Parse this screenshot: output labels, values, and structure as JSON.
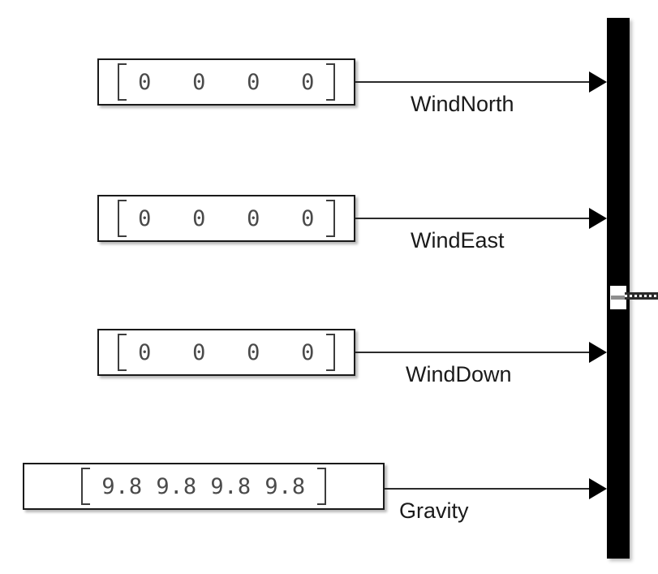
{
  "diagram": {
    "type": "simulink-bus-creator",
    "background_color": "#ffffff",
    "line_color": "#2b2b2b",
    "block_border_color": "#1a1a1a",
    "value_text_color": "#4a4a4a",
    "bus_bar_color": "#000000"
  },
  "blocks": [
    {
      "name": "wind-north-constant",
      "value": "[0 0 0 0]",
      "numbers": "0   0   0   0",
      "open_bracket": "[",
      "close_bracket": "]",
      "label": "WindNorth"
    },
    {
      "name": "wind-east-constant",
      "value": "[0 0 0 0]",
      "numbers": "0   0   0   0",
      "open_bracket": "[",
      "close_bracket": "]",
      "label": "WindEast"
    },
    {
      "name": "wind-down-constant",
      "value": "[0 0 0 0]",
      "numbers": "0   0   0   0",
      "open_bracket": "[",
      "close_bracket": "]",
      "label": "WindDown"
    },
    {
      "name": "gravity-constant",
      "value": "[9.8 9.8 9.8 9.8]",
      "numbers": "9.8 9.8 9.8 9.8",
      "open_bracket": "[",
      "close_bracket": "]",
      "label": "Gravity"
    }
  ],
  "bus_creator": {
    "name": "bus-creator",
    "input_count": 4,
    "output_port_label": "",
    "output_signal_style": "bus"
  }
}
